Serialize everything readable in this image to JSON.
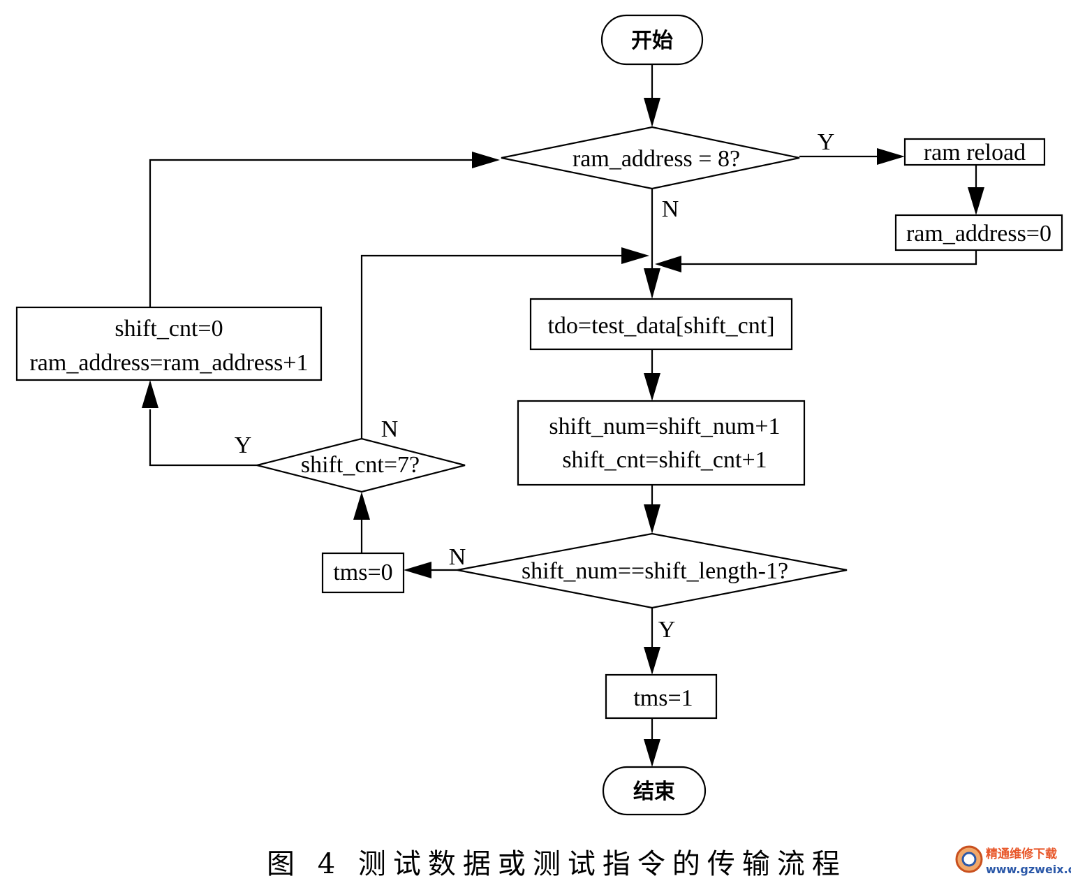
{
  "nodes": {
    "start": "开始",
    "ram_check": "ram_address = 8?",
    "ram_reload": "ram reload",
    "ram_addr_reset": "ram_address=0",
    "tdo_assign": "tdo=test_data[shift_cnt]",
    "increment_line1": "shift_num=shift_num+1",
    "increment_line2": "shift_cnt=shift_cnt+1",
    "shift_num_check": "shift_num==shift_length-1?",
    "tms_zero": "tms=0",
    "shift_cnt_check": "shift_cnt=7?",
    "reset_line1": "shift_cnt=0",
    "reset_line2": "ram_address=ram_address+1",
    "tms_one": "tms=1",
    "end": "结束"
  },
  "edge_labels": {
    "ram_check_yes": "Y",
    "ram_check_no": "N",
    "shift_num_check_no": "N",
    "shift_num_check_yes": "Y",
    "shift_cnt_check_no": "N",
    "shift_cnt_check_yes": "Y"
  },
  "caption": "图 4 测试数据或测试指令的传输流程",
  "watermark": {
    "line1": "精通维修下载",
    "line2": "www.gzweix.com"
  }
}
